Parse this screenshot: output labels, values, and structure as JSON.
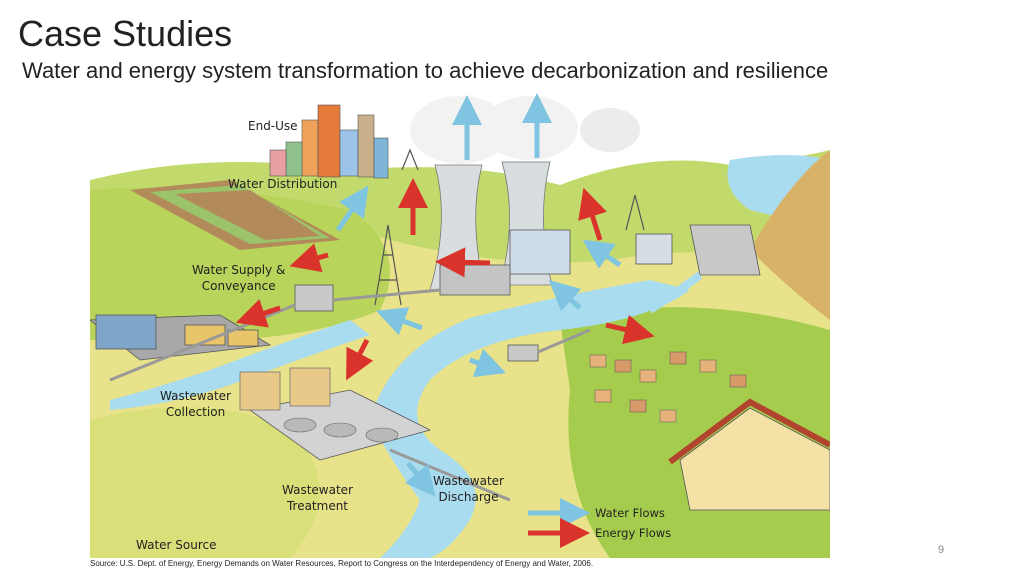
{
  "slide": {
    "title": "Case Studies",
    "subtitle": "Water and energy system transformation to achieve decarbonization and resilience",
    "page_number": "9",
    "source": "Source: U.S. Dept. of Energy, Energy Demands on Water Resources, Report to Congress on the Interdependency of Energy and Water, 2006."
  },
  "diagram": {
    "labels": {
      "end_use": "End-Use",
      "water_distribution": "Water Distribution",
      "water_supply": "Water Supply &\nConveyance",
      "wastewater_collection": "Wastewater\nCollection",
      "wastewater_treatment": "Wastewater\nTreatment",
      "wastewater_discharge": "Wastewater\nDischarge",
      "water_source": "Water Source"
    },
    "legend": {
      "water_flows": "Water Flows",
      "energy_flows": "Energy Flows"
    },
    "colors": {
      "water_flow": "#7fc4e0",
      "energy_flow": "#d9332b",
      "land": "#e8e28a",
      "grass": "#a6cc4e",
      "river": "#a9dcef",
      "sky": "#ffffff"
    }
  }
}
